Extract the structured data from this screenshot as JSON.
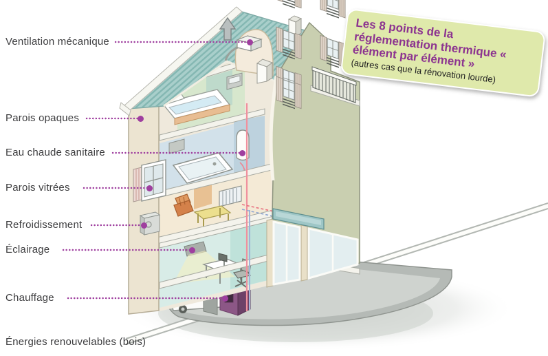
{
  "callout": {
    "title": "Les 8 points de la réglementation thermique « élément par élément »",
    "subtitle": "(autres cas que la rénovation lourde)"
  },
  "labels": [
    {
      "id": "ventilation",
      "text": "Ventilation mécanique"
    },
    {
      "id": "parois_opaques",
      "text": "Parois opaques"
    },
    {
      "id": "eau_chaude",
      "text": "Eau chaude sanitaire"
    },
    {
      "id": "parois_vitrees",
      "text": "Parois vitrées"
    },
    {
      "id": "refroidissement",
      "text": "Refroidissement"
    },
    {
      "id": "eclairage",
      "text": "Éclairage"
    },
    {
      "id": "chauffage",
      "text": "Chauffage"
    },
    {
      "id": "energies",
      "text": "Énergies renouvelables (bois)"
    }
  ],
  "colors": {
    "leader_purple": "#9f3f9f",
    "label_text": "#3c3c3e",
    "callout_bg": "#dfe9ab",
    "callout_title": "#8c3490",
    "roof_teal": "#a9cfcb",
    "facade_sage": "#c9cfb0",
    "gable_cream": "#ece4d1",
    "boiler_purple": "#8c5786"
  }
}
